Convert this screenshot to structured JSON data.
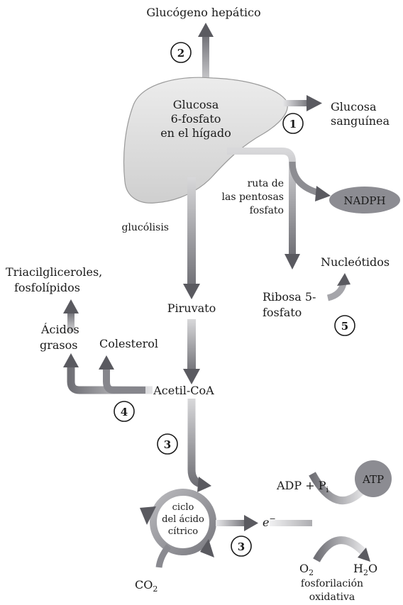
{
  "diagram": {
    "labels": {
      "glucogeno": "Glucógeno hepático",
      "glucosa_l1": "Glucosa",
      "glucosa_l2": "6-fosfato",
      "glucosa_l3": "en el hígado",
      "sangre_l1": "Glucosa",
      "sangre_l2": "sanguínea",
      "ruta_l1": "ruta de",
      "ruta_l2": "las pentosas",
      "ruta_l3": "fosfato",
      "nadph": "NADPH",
      "glucolisis": "glucólisis",
      "triacil_l1": "Triacilgliceroles,",
      "triacil_l2": "fosfolípidos",
      "nucleotidos": "Nucleótidos",
      "piruvato": "Piruvato",
      "ribosa_l1": "Ribosa 5-",
      "ribosa_l2": "fosfato",
      "acidos_l1": "Ácidos",
      "acidos_l2": "grasos",
      "colesterol": "Colesterol",
      "acetil": "Acetil-CoA",
      "ciclo_l1": "ciclo",
      "ciclo_l2": "del ácido",
      "ciclo_l3": "cítrico",
      "adp": "ADP + P",
      "adp_sub": "i",
      "atp": "ATP",
      "electron": "e",
      "electron_sup": "−",
      "co2": "CO",
      "co2_sub": "2",
      "o2": "O",
      "o2_sub": "2",
      "h2o_h": "H",
      "h2o_sub": "2",
      "h2o_o": "O",
      "fosf_l1": "fosforilación",
      "fosf_l2": "oxidativa"
    },
    "numbers": {
      "n1": "1",
      "n2": "2",
      "n3a": "3",
      "n3b": "3",
      "n4": "4",
      "n5": "5"
    }
  }
}
